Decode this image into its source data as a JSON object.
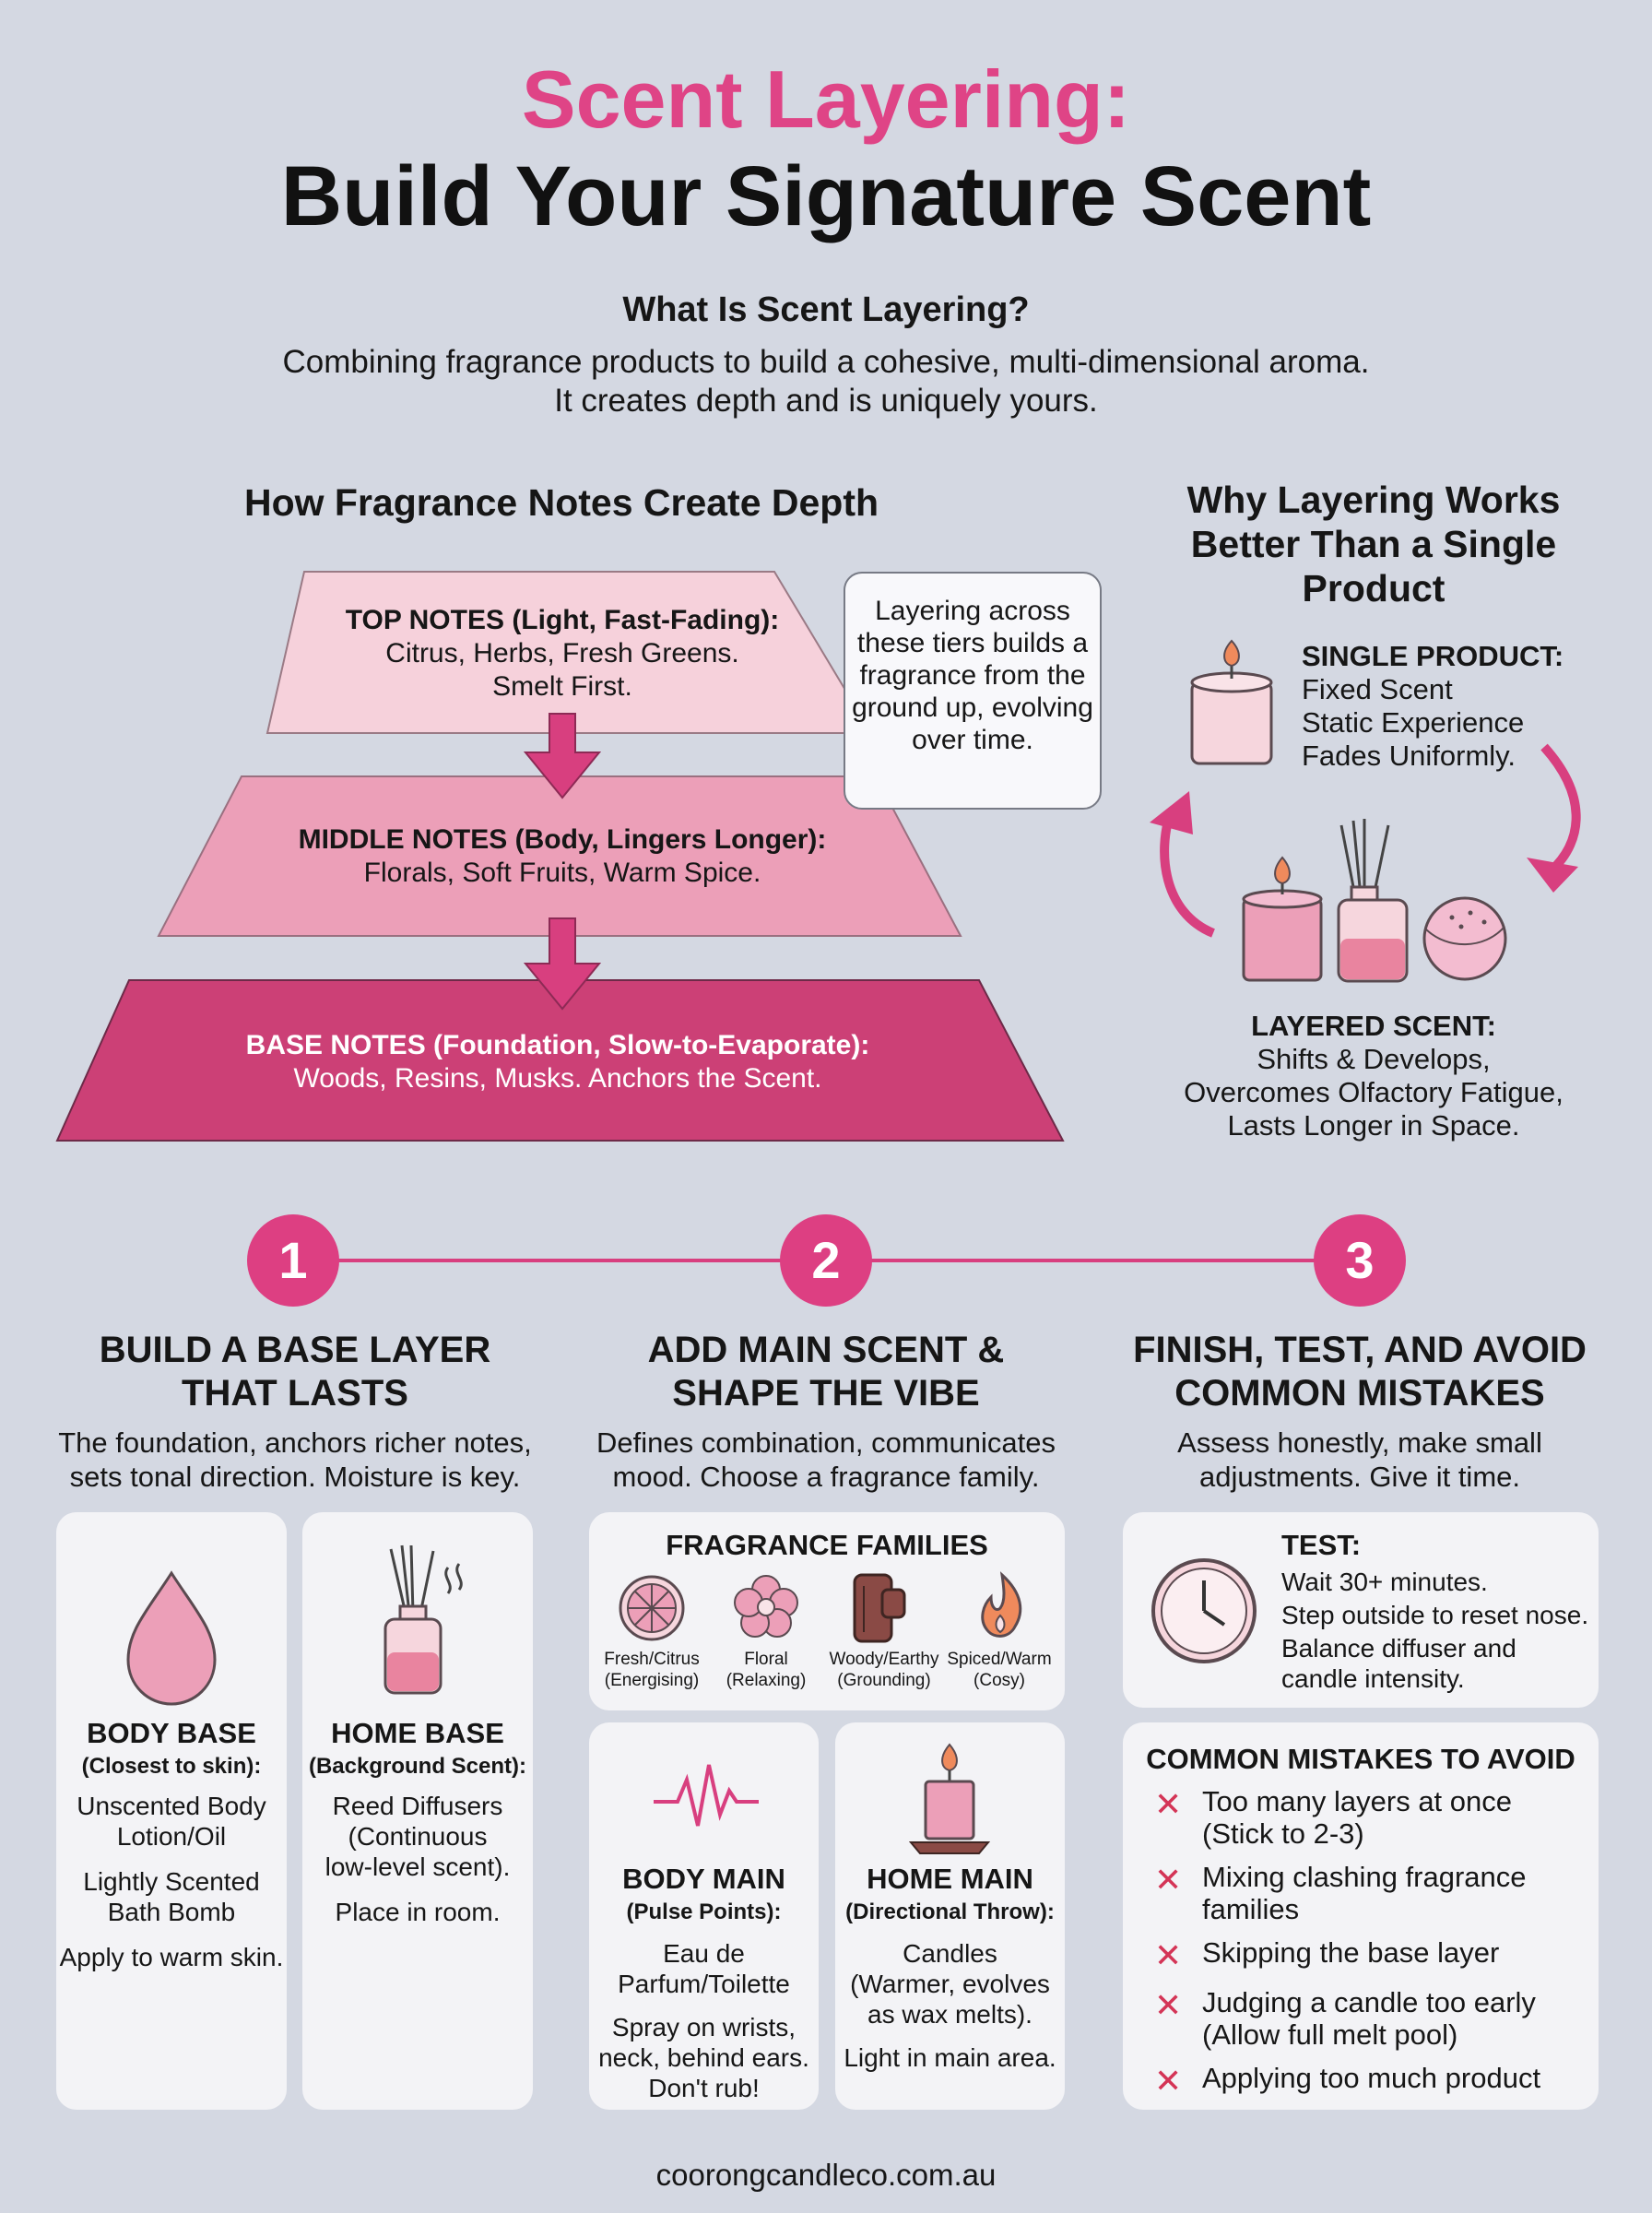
{
  "title": {
    "line1": "Scent Layering:",
    "line2": "Build Your Signature Scent"
  },
  "intro": {
    "heading": "What Is Scent Layering?",
    "line1": "Combining fragrance products to build a cohesive, multi-dimensional aroma.",
    "line2": "It creates depth and is uniquely yours."
  },
  "pyramid": {
    "heading": "How Fragrance Notes Create Depth",
    "top": {
      "title": "TOP NOTES (Light, Fast-Fading):",
      "line1": "Citrus, Herbs, Fresh Greens.",
      "line2": "Smelt First."
    },
    "middle": {
      "title": "MIDDLE NOTES (Body, Lingers Longer):",
      "line1": "Florals, Soft Fruits, Warm Spice."
    },
    "base": {
      "title": "BASE NOTES (Foundation, Slow-to-Evaporate):",
      "line1": "Woods, Resins, Musks. Anchors the Scent."
    },
    "bubble": "Layering across these tiers builds a fragrance from the ground up, evolving over time.",
    "colors": {
      "top": "#f6d1db",
      "middle": "#ec9fb8",
      "base": "#cc4076",
      "arrow": "#d83f7f"
    }
  },
  "why": {
    "heading_lines": [
      "Why Layering Works",
      "Better Than a Single",
      "Product"
    ],
    "single": {
      "title": "SINGLE PRODUCT:",
      "lines": [
        "Fixed Scent",
        "Static Experience",
        "Fades Uniformly."
      ]
    },
    "layered": {
      "title": "LAYERED SCENT:",
      "lines": [
        "Shifts & Develops,",
        "Overcomes Olfactory Fatigue,",
        "Lasts Longer in Space."
      ]
    },
    "icons": [
      "candle-icon",
      "candle-icon",
      "reed-diffuser-icon",
      "bath-bomb-icon",
      "curved-arrow-icon"
    ]
  },
  "steps": [
    {
      "num": "1",
      "heading_lines": [
        "BUILD A BASE LAYER",
        "THAT LASTS"
      ],
      "desc_lines": [
        "The foundation, anchors richer notes,",
        "sets tonal direction. Moisture is key."
      ]
    },
    {
      "num": "2",
      "heading_lines": [
        "ADD MAIN SCENT &",
        "SHAPE THE VIBE"
      ],
      "desc_lines": [
        "Defines combination, communicates",
        "mood. Choose a fragrance family."
      ]
    },
    {
      "num": "3",
      "heading_lines": [
        "FINISH, TEST, AND AVOID",
        "COMMON MISTAKES"
      ],
      "desc_lines": [
        "Assess honestly, make small",
        "adjustments. Give it time."
      ]
    }
  ],
  "body_base": {
    "title": "BODY BASE",
    "sub": "(Closest to skin):",
    "lines": [
      "Unscented Body",
      "Lotion/Oil",
      "Lightly Scented",
      "Bath Bomb",
      "Apply to warm skin."
    ],
    "icon": "droplet-icon"
  },
  "home_base": {
    "title": "HOME BASE",
    "sub": "(Background Scent):",
    "lines": [
      "Reed Diffusers",
      "(Continuous",
      "low-level scent).",
      "Place in room."
    ],
    "icon": "reed-diffuser-icon"
  },
  "families": {
    "title": "FRAGRANCE FAMILIES",
    "items": [
      {
        "name": "Fresh/Citrus",
        "note": "(Energising)",
        "icon": "citrus-slice-icon"
      },
      {
        "name": "Floral",
        "note": "(Relaxing)",
        "icon": "flower-icon"
      },
      {
        "name": "Woody/Earthy",
        "note": "(Grounding)",
        "icon": "wood-log-icon"
      },
      {
        "name": "Spiced/Warm",
        "note": "(Cosy)",
        "icon": "flame-icon"
      }
    ]
  },
  "body_main": {
    "title": "BODY MAIN",
    "sub": "(Pulse Points):",
    "lines": [
      "Eau de",
      "Parfum/Toilette",
      "Spray on wrists,",
      "neck, behind ears.",
      "Don't rub!"
    ],
    "icon": "pulse-icon"
  },
  "home_main": {
    "title": "HOME MAIN",
    "sub": "(Directional Throw):",
    "lines": [
      "Candles",
      "(Warmer, evolves",
      "as wax melts).",
      "Light in main area."
    ],
    "icon": "candle-icon"
  },
  "test": {
    "title": "TEST:",
    "lines": [
      "Wait 30+ minutes.",
      "Step outside to reset nose.",
      "Balance diffuser and",
      "candle intensity."
    ],
    "icon": "clock-icon"
  },
  "mistakes": {
    "title": "COMMON MISTAKES TO AVOID",
    "items": [
      [
        "Too many layers at once",
        "(Stick to 2-3)"
      ],
      [
        "Mixing clashing fragrance",
        "families"
      ],
      [
        "Skipping the base layer"
      ],
      [
        "Judging a candle too early",
        "(Allow full melt pool)"
      ],
      [
        "Applying too much product"
      ]
    ],
    "icon": "x-mark-icon"
  },
  "footer": "coorongcandleco.com.au",
  "colors": {
    "accent": "#df4486",
    "background": "#d4d8e2",
    "card": "#f3f3f6"
  }
}
